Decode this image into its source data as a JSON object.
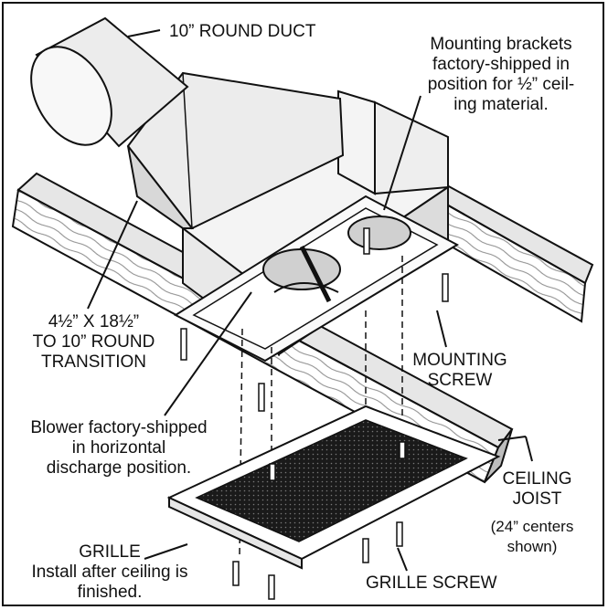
{
  "labels": {
    "round_duct": "10” ROUND DUCT",
    "mounting_brackets": [
      "Mounting brackets",
      "factory-shipped in",
      "position for ½” ceil-",
      "ing material."
    ],
    "transition": [
      "4½” X 18½”",
      "TO 10” ROUND",
      "TRANSITION"
    ],
    "mounting_screw": [
      "MOUNTING",
      "SCREW"
    ],
    "blower": [
      "Blower factory-shipped",
      "in horizontal",
      "discharge position."
    ],
    "ceiling_joist": [
      "CEILING",
      "JOIST"
    ],
    "joist_centers": [
      "(24” centers",
      "shown)"
    ],
    "grille": [
      "GRILLE",
      "Install after ceiling is",
      "finished."
    ],
    "grille_screw": "GRILLE SCREW"
  },
  "colors": {
    "ink": "#111111",
    "wood": "#d9d9d9",
    "wood_grain": "#8a8a8a",
    "grille_mesh": "#1a1a1a",
    "housing": "#f4f4f4",
    "duct": "#ececec"
  }
}
